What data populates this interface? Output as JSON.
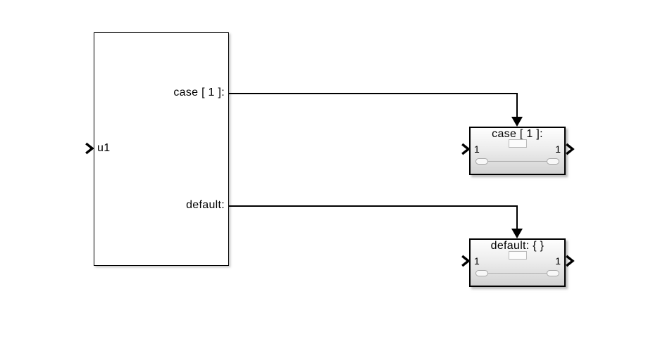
{
  "canvas": {
    "background": "#ffffff"
  },
  "colors": {
    "block_border": "#000000",
    "wire": "#000000",
    "subsystem_gradient_top": "#fefefe",
    "subsystem_gradient_bottom": "#d2d2d2",
    "icon_gray": "#b2b2b2"
  },
  "switch_block": {
    "input_label": "u1",
    "case_output_label": "case [ 1 ]:",
    "default_output_label": "default:"
  },
  "subsystems": [
    {
      "title": "case [ 1 ]:",
      "input_port_label": "1",
      "output_port_label": "1"
    },
    {
      "title": "default: { }",
      "input_port_label": "1",
      "output_port_label": "1"
    }
  ]
}
